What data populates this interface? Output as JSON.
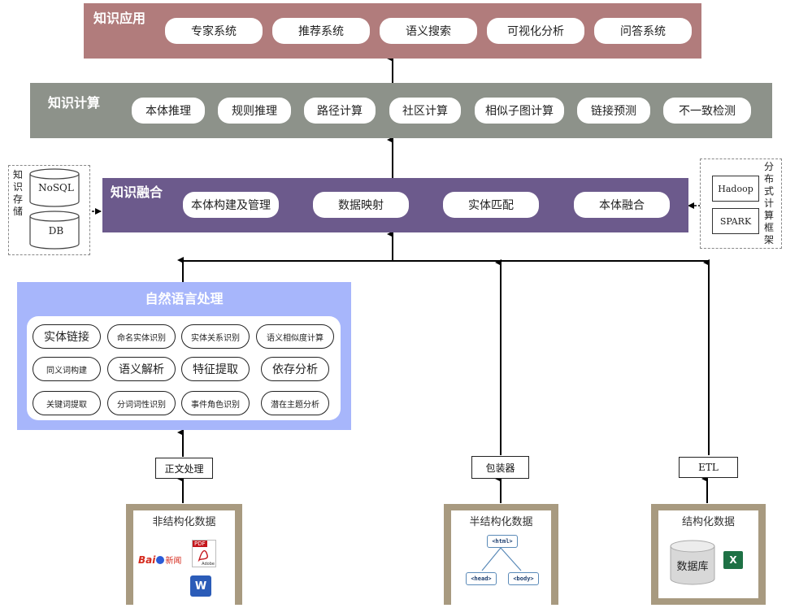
{
  "app": {
    "layer1": {
      "title": "知识应用",
      "items": [
        "专家系统",
        "推荐系统",
        "语义搜索",
        "可视化分析",
        "问答系统"
      ],
      "color": "#b17c7c"
    },
    "layer2": {
      "title": "知识计算",
      "items": [
        "本体推理",
        "规则推理",
        "路径计算",
        "社区计算",
        "相似子图计算",
        "链接预测",
        "不一致检测"
      ],
      "color": "#8d928a"
    },
    "layer3": {
      "title": "知识融合",
      "items": [
        "本体构建及管理",
        "数据映射",
        "实体匹配",
        "本体融合"
      ],
      "color": "#6c5a8c"
    },
    "storage": {
      "label": "知识存储",
      "nosql": "NoSQL",
      "db": "DB"
    },
    "distributed": {
      "label": "分布式计算框架",
      "hadoop": "Hadoop",
      "spark": "SPARK"
    },
    "nlp": {
      "title": "自然语言处理",
      "color": "#a7b6fb",
      "rows": [
        [
          "实体链接",
          "命名实体识别",
          "实体关系识别",
          "语义相似度计算"
        ],
        [
          "同义词构建",
          "语义解析",
          "特征提取",
          "依存分析"
        ],
        [
          "关键词提取",
          "分词词性识别",
          "事件角色识别",
          "潜在主题分析"
        ]
      ]
    },
    "processes": {
      "text": "正文处理",
      "wrapper": "包装器",
      "etl": "ETL"
    },
    "sources": {
      "unstructured": {
        "title": "非结构化数据",
        "baidu": "Bai",
        "baidu_news": "新闻",
        "pdf": "PDF",
        "adobe": "Adobe",
        "word": "W"
      },
      "semistructured": {
        "title": "半结构化数据",
        "html": "<html>",
        "head": "<head>",
        "body": "<body>"
      },
      "structured": {
        "title": "结构化数据",
        "db_label": "数据库",
        "excel": "X"
      }
    }
  }
}
